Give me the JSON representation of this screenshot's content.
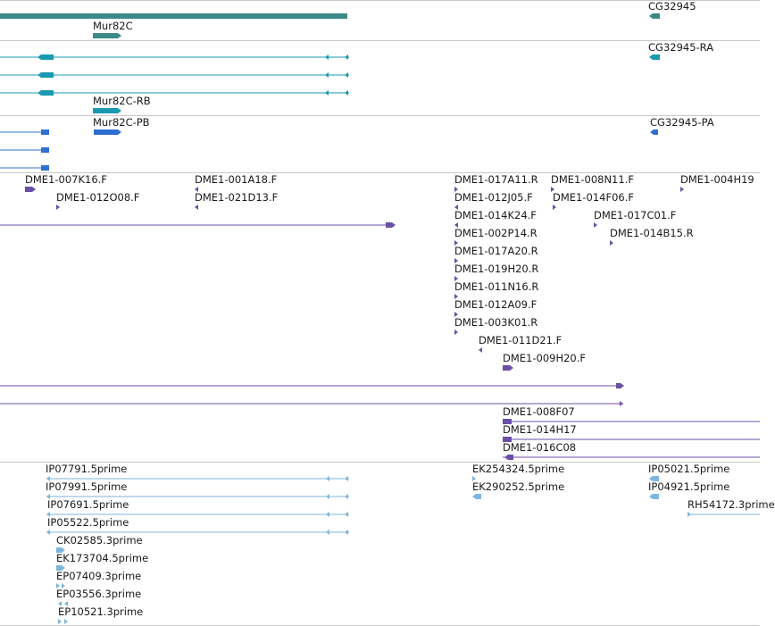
{
  "colors": {
    "gene_summary": "#3b8a87",
    "transcript": "#1a99b3",
    "cds": "#2f6fd1",
    "clone_end": "#6b4fa8",
    "est": "#7db6de",
    "separator": "#c8c8c8"
  },
  "tracks": {
    "gene_span": {
      "labels": [
        {
          "name": "gene-label-mur82c",
          "text": "Mur82C"
        },
        {
          "name": "gene-label-cg32945",
          "text": "CG32945"
        }
      ]
    },
    "transcripts": {
      "labels": [
        {
          "name": "transcript-label-mur82c-rb",
          "text": "Mur82C-RB"
        },
        {
          "name": "transcript-label-cg32945-ra",
          "text": "CG32945-RA"
        }
      ]
    },
    "proteins": {
      "labels": [
        {
          "name": "protein-label-mur82c-pb",
          "text": "Mur82C-PB"
        },
        {
          "name": "protein-label-cg32945-pa",
          "text": "CG32945-PA"
        }
      ]
    },
    "clone_ends": {
      "labels": [
        {
          "name": "clone-label",
          "text": "DME1-007K16.F"
        },
        {
          "name": "clone-label",
          "text": "DME1-012O08.F"
        },
        {
          "name": "clone-label",
          "text": "DME1-001A18.F"
        },
        {
          "name": "clone-label",
          "text": "DME1-021D13.F"
        },
        {
          "name": "clone-label",
          "text": "DME1-017A11.R"
        },
        {
          "name": "clone-label",
          "text": "DME1-012J05.F"
        },
        {
          "name": "clone-label",
          "text": "DME1-014K24.F"
        },
        {
          "name": "clone-label",
          "text": "DME1-002P14.R"
        },
        {
          "name": "clone-label",
          "text": "DME1-017A20.R"
        },
        {
          "name": "clone-label",
          "text": "DME1-019H20.R"
        },
        {
          "name": "clone-label",
          "text": "DME1-011N16.R"
        },
        {
          "name": "clone-label",
          "text": "DME1-012A09.F"
        },
        {
          "name": "clone-label",
          "text": "DME1-003K01.R"
        },
        {
          "name": "clone-label",
          "text": "DME1-011D21.F"
        },
        {
          "name": "clone-label",
          "text": "DME1-009H20.F"
        },
        {
          "name": "clone-label",
          "text": "DME1-008N11.F"
        },
        {
          "name": "clone-label",
          "text": "DME1-014F06.F"
        },
        {
          "name": "clone-label",
          "text": "DME1-017C01.F"
        },
        {
          "name": "clone-label",
          "text": "DME1-014B15.R"
        },
        {
          "name": "clone-label",
          "text": "DME1-004H19"
        },
        {
          "name": "clone-label",
          "text": "DME1-008F07"
        },
        {
          "name": "clone-label",
          "text": "DME1-014H17"
        },
        {
          "name": "clone-label",
          "text": "DME1-016C08"
        }
      ]
    },
    "ests": {
      "labels": [
        {
          "name": "est-label",
          "text": "IP07791.5prime"
        },
        {
          "name": "est-label",
          "text": "IP07991.5prime"
        },
        {
          "name": "est-label",
          "text": "IP07691.5prime"
        },
        {
          "name": "est-label",
          "text": "IP05522.5prime"
        },
        {
          "name": "est-label",
          "text": "CK02585.3prime"
        },
        {
          "name": "est-label",
          "text": "EK173704.5prime"
        },
        {
          "name": "est-label",
          "text": "EP07409.3prime"
        },
        {
          "name": "est-label",
          "text": "EP03556.3prime"
        },
        {
          "name": "est-label",
          "text": "EP10521.3prime"
        },
        {
          "name": "est-label",
          "text": "EK254324.5prime"
        },
        {
          "name": "est-label",
          "text": "EK290252.5prime"
        },
        {
          "name": "est-label",
          "text": "IP05021.5prime"
        },
        {
          "name": "est-label",
          "text": "IP04921.5prime"
        },
        {
          "name": "est-label",
          "text": "RH54172.3prime"
        }
      ]
    }
  }
}
